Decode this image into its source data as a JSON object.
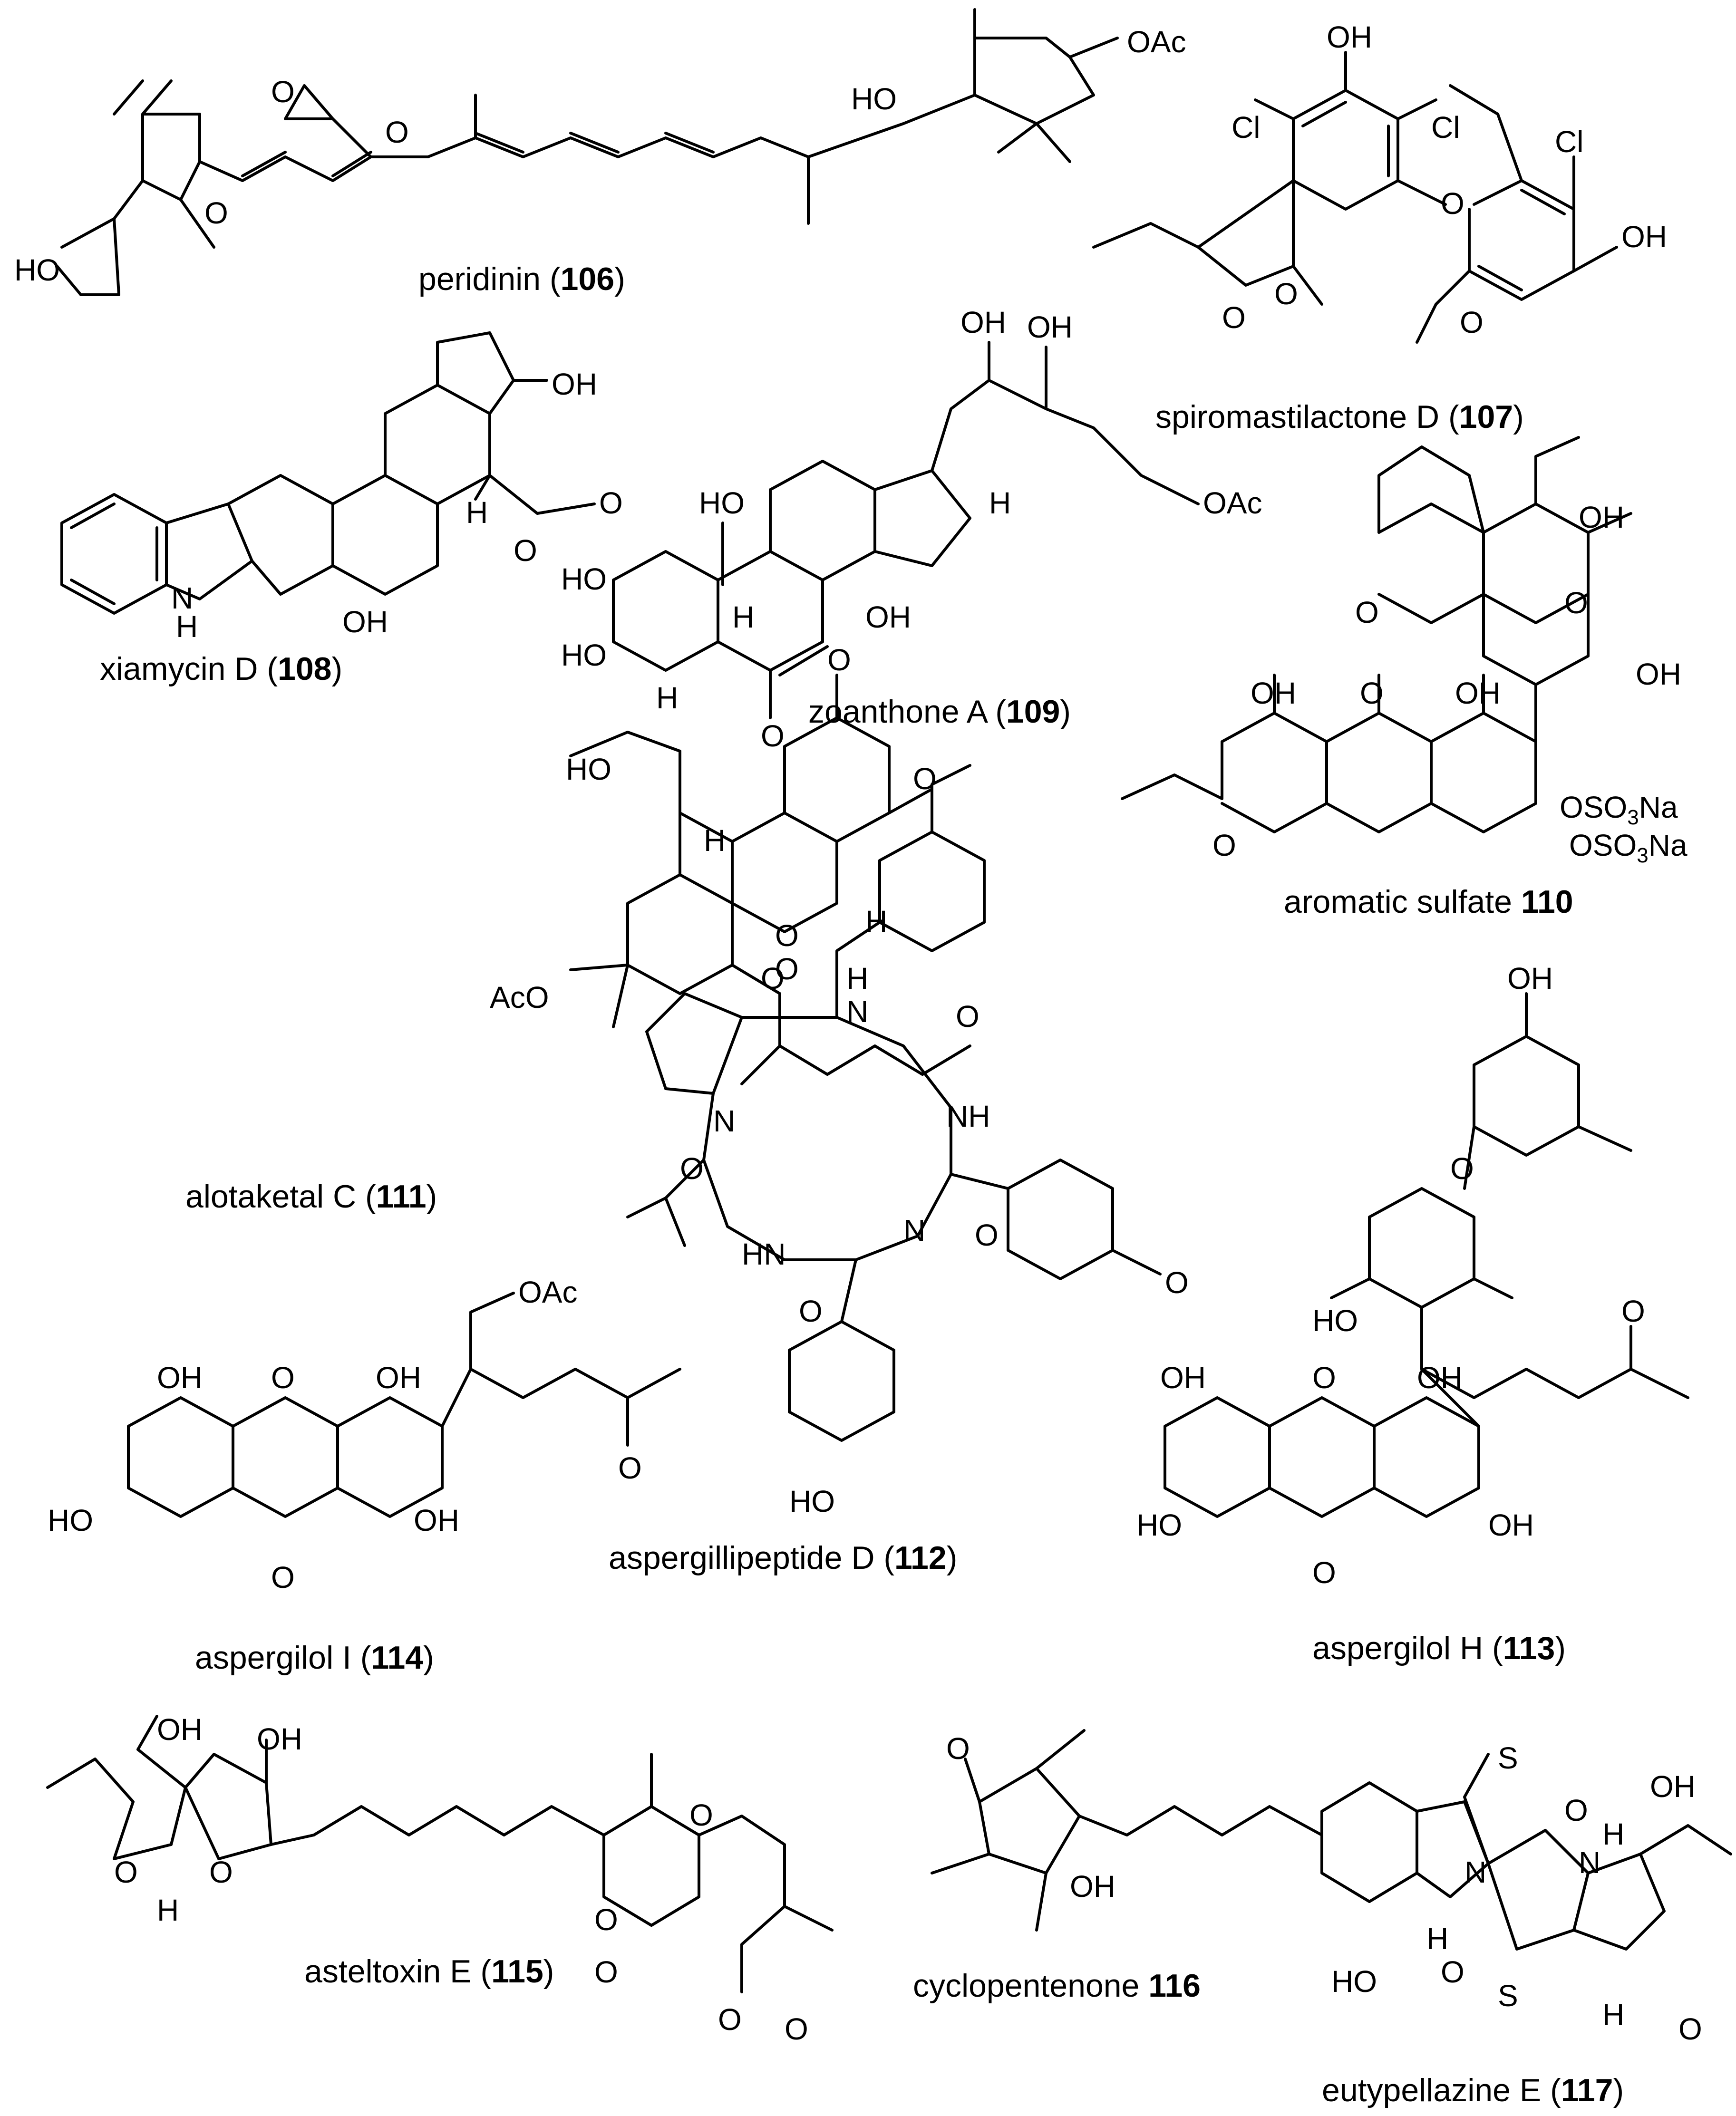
{
  "compounds": [
    {
      "id": "106",
      "name": "peridinin",
      "cap_pre": "peridinin (",
      "cap_num": "106",
      "cap_post": ")"
    },
    {
      "id": "107",
      "name": "spiromastilactone D",
      "cap_pre": "spiromastilactone D (",
      "cap_num": "107",
      "cap_post": ")"
    },
    {
      "id": "108",
      "name": "xiamycin D",
      "cap_pre": "xiamycin D (",
      "cap_num": "108",
      "cap_post": ")"
    },
    {
      "id": "109",
      "name": "zoanthone A",
      "cap_pre": "zoanthone A (",
      "cap_num": "109",
      "cap_post": ")"
    },
    {
      "id": "110",
      "name": "aromatic sulfate",
      "cap_pre": "aromatic sulfate ",
      "cap_num": "110",
      "cap_post": ""
    },
    {
      "id": "111",
      "name": "alotaketal C",
      "cap_pre": "alotaketal C (",
      "cap_num": "111",
      "cap_post": ")"
    },
    {
      "id": "112",
      "name": "aspergillipeptide D",
      "cap_pre": "aspergillipeptide D (",
      "cap_num": "112",
      "cap_post": ")"
    },
    {
      "id": "113",
      "name": "aspergilol H",
      "cap_pre": "aspergilol H (",
      "cap_num": "113",
      "cap_post": ")"
    },
    {
      "id": "114",
      "name": "aspergilol I",
      "cap_pre": "aspergilol I (",
      "cap_num": "114",
      "cap_post": ")"
    },
    {
      "id": "115",
      "name": "asteltoxin E",
      "cap_pre": "asteltoxin E (",
      "cap_num": "115",
      "cap_post": ")"
    },
    {
      "id": "116",
      "name": "cyclopentenone",
      "cap_pre": "cyclopentenone ",
      "cap_num": "116",
      "cap_post": ""
    },
    {
      "id": "117",
      "name": "eutypellazine E",
      "cap_pre": "eutypellazine E (",
      "cap_num": "117",
      "cap_post": ")"
    }
  ],
  "atoms": {
    "oh": "OH",
    "ho": "HO",
    "o": "O",
    "h": "H",
    "n": "N",
    "nh": "NH",
    "hn": "HN",
    "cl": "Cl",
    "s": "S",
    "oac": "OAc",
    "aco": "AcO",
    "oso3na_pre": "OSO",
    "sub3": "3",
    "na": "Na"
  }
}
